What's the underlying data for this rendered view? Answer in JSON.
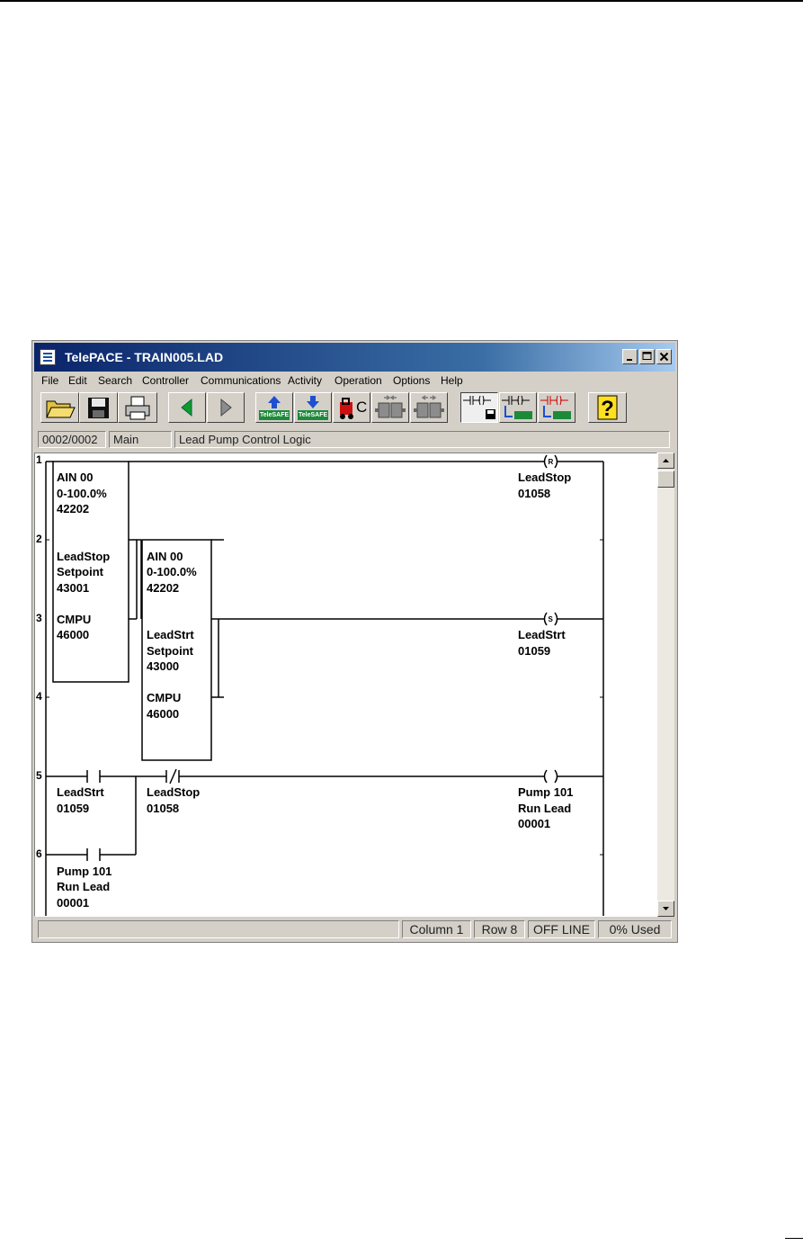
{
  "window": {
    "title": "TelePACE - TRAIN005.LAD"
  },
  "menu": [
    "File",
    "Edit",
    "Search",
    "Controller",
    "Communications",
    "Activity",
    "Operation",
    "Options",
    "Help"
  ],
  "toolbar": {
    "telesafe_read": "TeleSAFE",
    "telesafe_write": "TeleSAFE",
    "c_label": "C"
  },
  "info": {
    "position": "0002/0002",
    "network": "Main",
    "description": "Lead Pump Control Logic"
  },
  "rung_numbers": [
    "1",
    "2",
    "3",
    "4",
    "5",
    "6"
  ],
  "ladder": {
    "block1": {
      "l1": "AIN 00",
      "l2": "0-100.0%",
      "l3": "42202",
      "l4": "LeadStop",
      "l5": "Setpoint",
      "l6": "43001",
      "l7": "CMPU",
      "l8": "46000"
    },
    "block2": {
      "l1": "AIN 00",
      "l2": "0-100.0%",
      "l3": "42202",
      "l4": "LeadStrt",
      "l5": "Setpoint",
      "l6": "43000",
      "l7": "CMPU",
      "l8": "46000"
    },
    "coil1": {
      "name": "LeadStop",
      "addr": "01058"
    },
    "coil2": {
      "name": "LeadStrt",
      "addr": "01059"
    },
    "coil3": {
      "l1": "Pump 101",
      "l2": "Run Lead",
      "l3": "00001"
    },
    "contact1": {
      "name": "LeadStrt",
      "addr": "01059"
    },
    "contact2": {
      "name": "LeadStop",
      "addr": "01058"
    },
    "contact3": {
      "l1": "Pump 101",
      "l2": "Run Lead",
      "l3": "00001"
    }
  },
  "status": {
    "column": "Column 1",
    "row": "Row 8",
    "mode": "OFF LINE",
    "used": "0% Used"
  },
  "colors": {
    "title_start": "#0a246a",
    "title_end": "#a6caf0",
    "chrome": "#d4d0c8"
  }
}
